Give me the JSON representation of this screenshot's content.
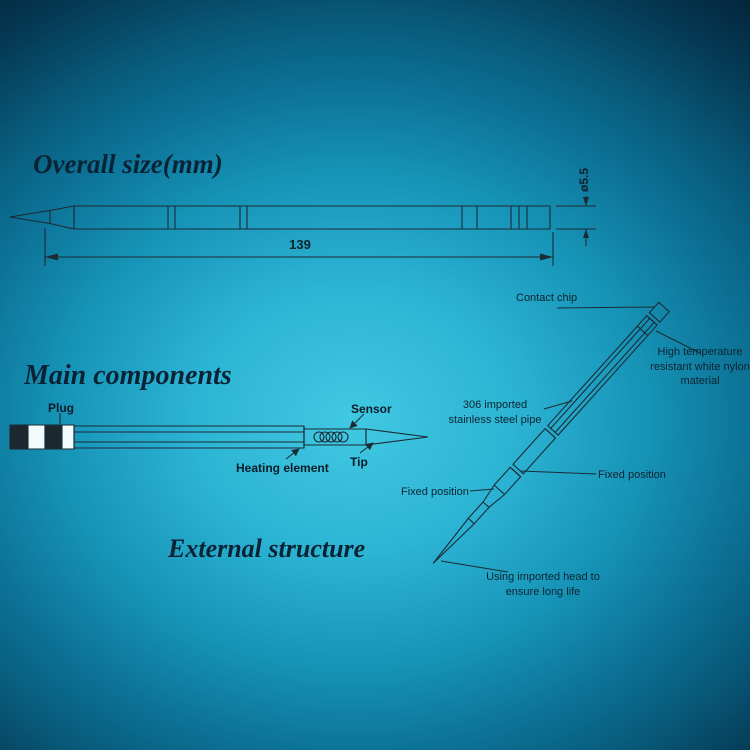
{
  "headings": {
    "overall_size": "Overall size(mm)",
    "main_components": "Main components",
    "external_structure": "External structure"
  },
  "dimensions": {
    "length": "139",
    "diameter": "ø5.5"
  },
  "component_labels": {
    "plug": "Plug",
    "sensor": "Sensor",
    "heating_element": "Heating element",
    "tip": "Tip"
  },
  "callouts": {
    "contact_chip": "Contact chip",
    "nylon_material": "High temperature resistant white nylon material",
    "steel_pipe": "306 imported stainless steel pipe",
    "fixed_position_upper": "Fixed position",
    "fixed_position_lower": "Fixed position",
    "imported_head": "Using imported head to ensure long life"
  },
  "colors": {
    "background_center": "#41c8e2",
    "background_edge": "#02253a",
    "line": "#1b2b34",
    "text": "#0a2334",
    "plug_stripe_dark": "#1b2830",
    "plug_stripe_light": "#f2fafc"
  }
}
